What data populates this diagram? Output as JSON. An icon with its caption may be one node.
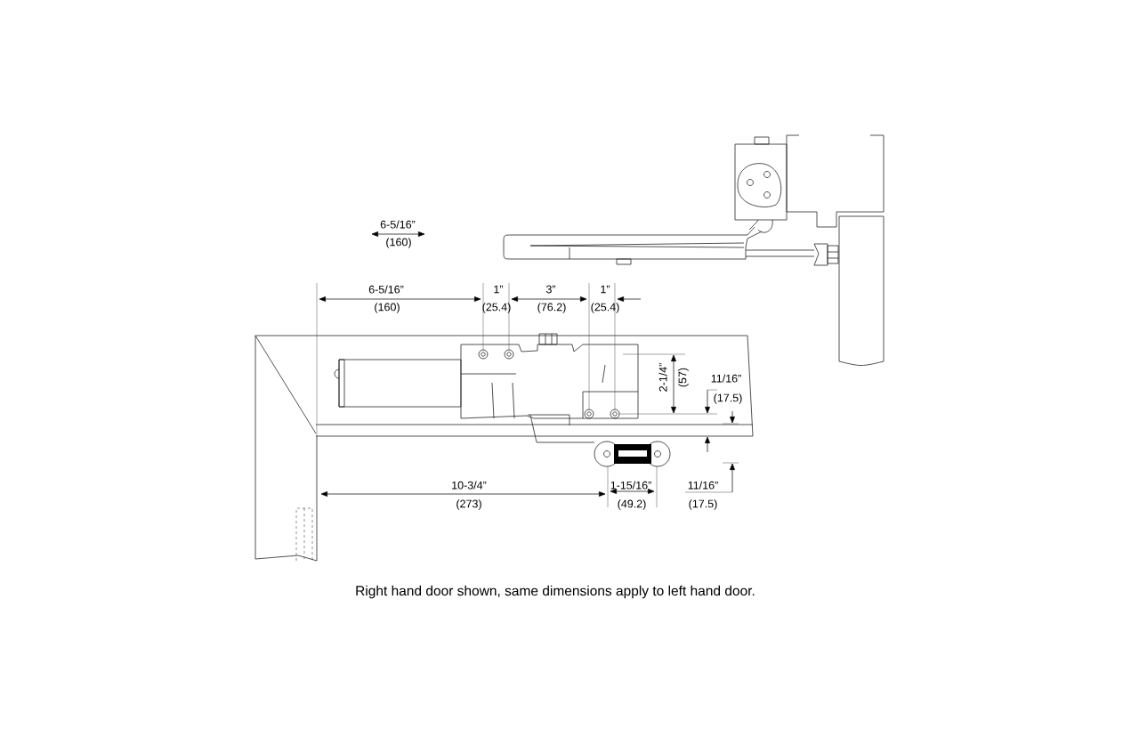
{
  "diagram": {
    "caption": "Right hand door shown, same dimensions apply to left hand door.",
    "labels": [
      "6-5/16”",
      "(160)",
      "6-5/16”",
      "1”",
      "3”",
      "1”",
      "(160)",
      "(25.4)",
      "(76.2)",
      "(25.4)",
      "2-1/4”",
      "(57)",
      "11/16”",
      "(17.5)",
      "10-3/4”",
      "1-15/16”",
      "11/16”",
      "(273)",
      "(49.2)",
      "(17.5)"
    ]
  }
}
